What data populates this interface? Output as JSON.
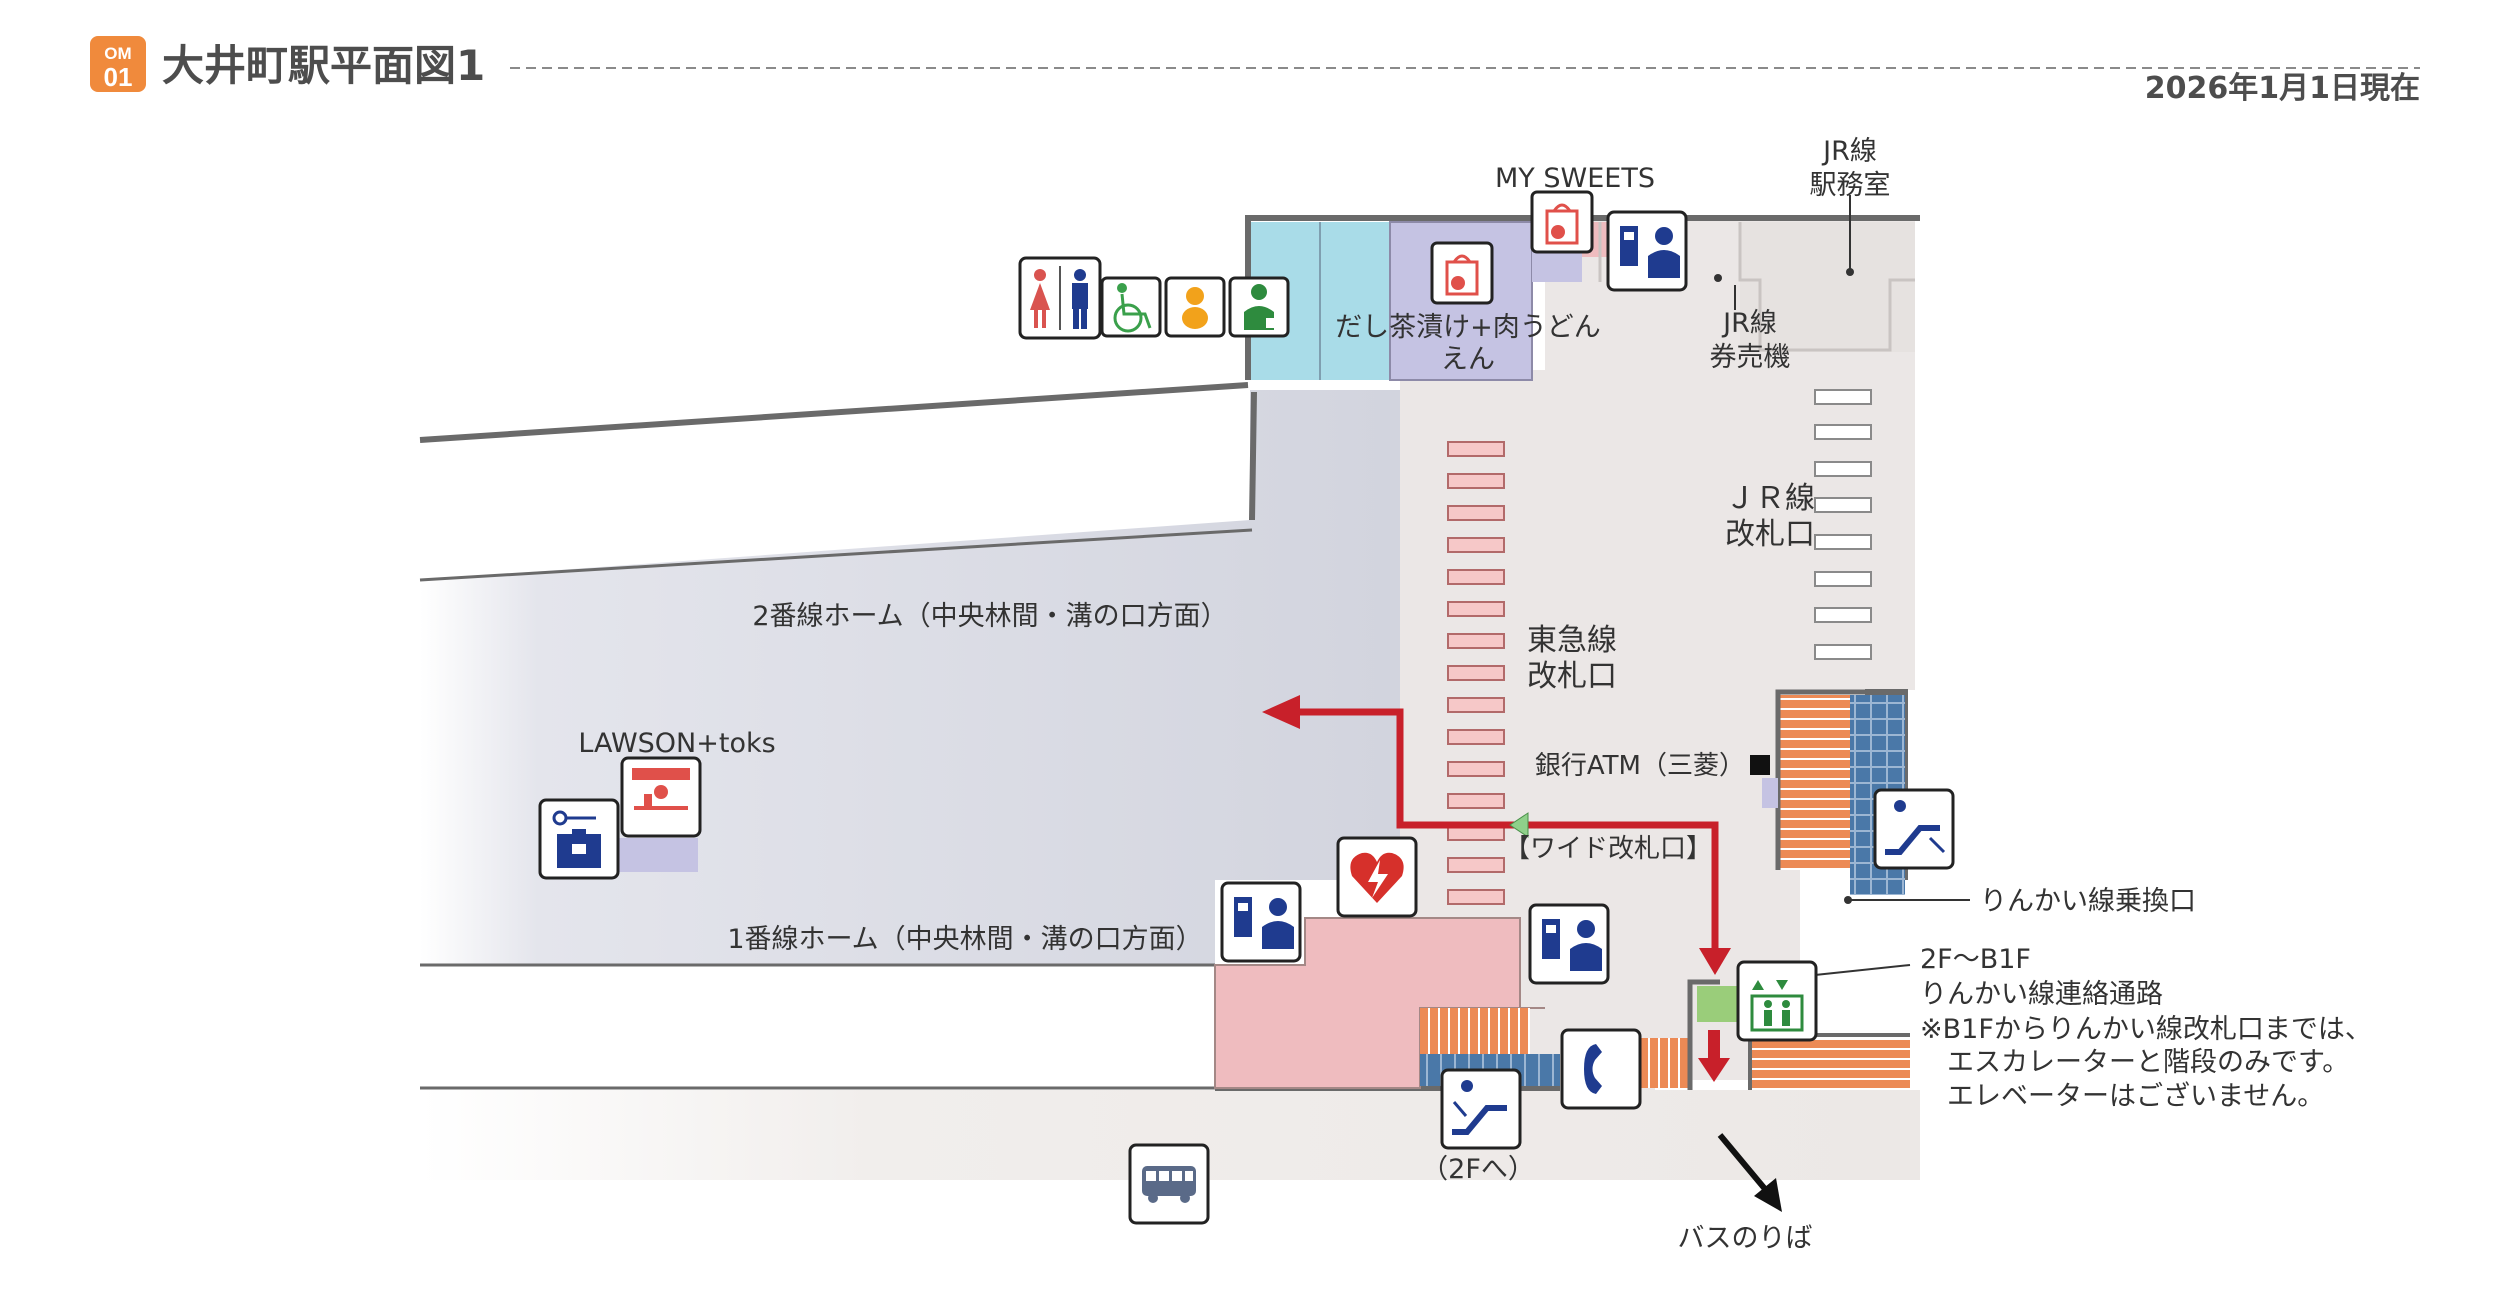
{
  "header": {
    "badge_top": "OM",
    "badge_bottom": "01",
    "title": "大井町駅平面図1",
    "date": "2026年1月1日現在",
    "badge_color": "#f08a3c"
  },
  "labels": {
    "my_sweets": "MY SWEETS",
    "jr_office_1": "JR線",
    "jr_office_2": "駅務室",
    "restaurant_1": "だし茶漬け+肉うどん",
    "restaurant_2": "えん",
    "jr_ticket_1": "JR線",
    "jr_ticket_2": "券売機",
    "jr_gate_1": "ＪＲ線",
    "jr_gate_2": "改札口",
    "platform_2": "2番線ホーム（中央林間・溝の口方面）",
    "tokyu_gate_1": "東急線",
    "tokyu_gate_2": "改札口",
    "lawson": "LAWSON+toks",
    "atm": "銀行ATM（三菱）",
    "wide_gate": "【ワイド改札口】",
    "rinkai_transfer": "りんかい線乗換口",
    "platform_1": "1番線ホーム（中央林間・溝の口方面）",
    "passage_1": "2F～B1F",
    "passage_2": "りんかい線連絡通路",
    "note_1": "※B1Fからりんかい線改札口までは、",
    "note_2": "エスカレーターと階段のみです。",
    "note_3": "エレベーターはございません。",
    "to_2f": "（2Fへ）",
    "bus": "バスのりば"
  },
  "icons": [
    "restroom-icon",
    "wheelchair-icon",
    "baby-icon",
    "multipurpose-room-icon",
    "shop-icon",
    "ticket-machine-icon",
    "aed-icon",
    "coin-locker-icon",
    "escalator-icon",
    "elevator-icon",
    "telephone-icon",
    "bus-icon",
    "atm-icon"
  ],
  "colors": {
    "route_red": "#c8202a",
    "platform": "#d5d7e2",
    "concourse": "#ebe7e6",
    "shop_purple": "#c5c3e3",
    "restroom_cyan": "#a9dce8",
    "pink": "#efbcbf",
    "stairs": "#ec8a55",
    "escalator": "#4a78a8",
    "icon_blue": "#1f3b8f"
  }
}
